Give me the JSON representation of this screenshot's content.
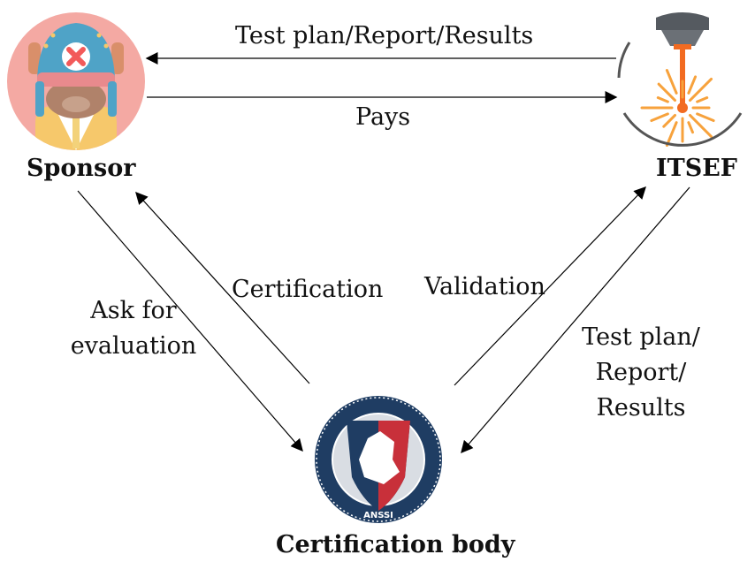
{
  "nodes": {
    "sponsor": {
      "label": "Sponsor",
      "icon": "chopper-avatar-icon"
    },
    "itsef": {
      "label": "ITSEF",
      "icon": "laser-beam-icon"
    },
    "certification_body": {
      "label": "Certification body",
      "icon": "anssi-seal-icon",
      "seal_text": "ANSSI"
    }
  },
  "edges": {
    "itsef_to_sponsor": "Test plan/Report/Results",
    "sponsor_to_itsef": "Pays",
    "cert_to_sponsor": "Certification",
    "sponsor_to_cert": [
      "Ask for",
      "evaluation"
    ],
    "cert_to_itsef": "Validation",
    "itsef_to_cert": [
      "Test plan/",
      "Report/",
      "Results"
    ]
  },
  "colors": {
    "avatar_bg": "#f4a9a3",
    "hat_blue": "#4fa3c7",
    "laser_orange": "#f26b21",
    "seal_navy": "#1f3d63",
    "seal_red": "#c8303a"
  }
}
